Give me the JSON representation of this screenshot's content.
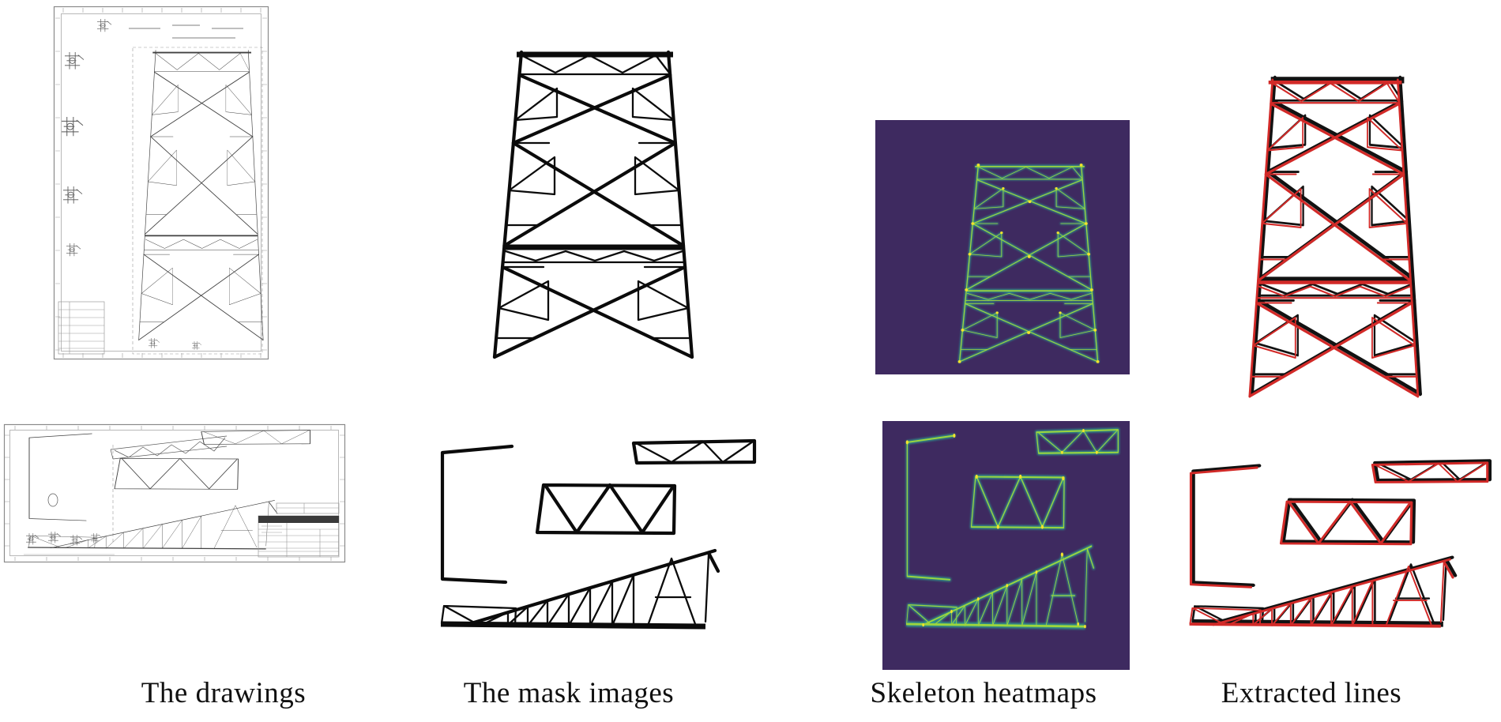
{
  "figure": {
    "columns": [
      {
        "id": "drawings",
        "label": "The drawings"
      },
      {
        "id": "masks",
        "label": "The mask images"
      },
      {
        "id": "heatmaps",
        "label": "Skeleton heatmaps"
      },
      {
        "id": "lines",
        "label": "Extracted lines"
      }
    ],
    "rows": [
      {
        "id": "tower",
        "description": "transmission-tower truss drawing processed to mask, skeleton heatmap and extracted lines"
      },
      {
        "id": "trusses",
        "description": "roof-truss drawing with L-bracket, two chord trusses and a wedge truss processed to mask, skeleton heatmap and extracted lines"
      }
    ],
    "colors": {
      "mask_line": "#0b0b0b",
      "cad_line": "#414141",
      "heatmap_background": "#3e2a60",
      "heatmap_line_teal": "#2f968b",
      "heatmap_line_core": "#9ed63c",
      "heatmap_hotspot_yellow": "#f4e32b",
      "extracted_line_red": "#d22a28"
    }
  }
}
